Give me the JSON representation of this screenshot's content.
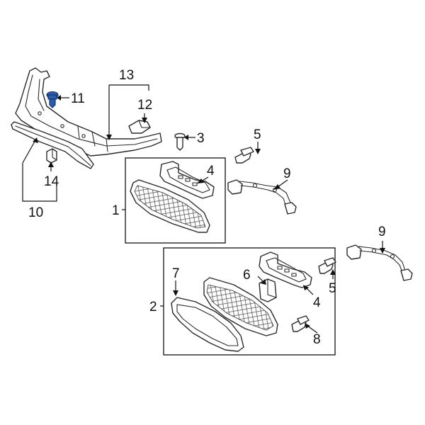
{
  "diagram": {
    "callouts": [
      {
        "id": "c1",
        "label": "1"
      },
      {
        "id": "c2",
        "label": "2"
      },
      {
        "id": "c3",
        "label": "3"
      },
      {
        "id": "c4a",
        "label": "4"
      },
      {
        "id": "c4b",
        "label": "4"
      },
      {
        "id": "c5a",
        "label": "5"
      },
      {
        "id": "c5b",
        "label": "5"
      },
      {
        "id": "c6",
        "label": "6"
      },
      {
        "id": "c7",
        "label": "7"
      },
      {
        "id": "c8",
        "label": "8"
      },
      {
        "id": "c9a",
        "label": "9"
      },
      {
        "id": "c9b",
        "label": "9"
      },
      {
        "id": "c10",
        "label": "10"
      },
      {
        "id": "c11",
        "label": "11"
      },
      {
        "id": "c12",
        "label": "12"
      },
      {
        "id": "c13",
        "label": "13"
      },
      {
        "id": "c14",
        "label": "14"
      }
    ],
    "highlight_color": "#2b5dab",
    "line_color": "#111111",
    "background": "#ffffff"
  }
}
